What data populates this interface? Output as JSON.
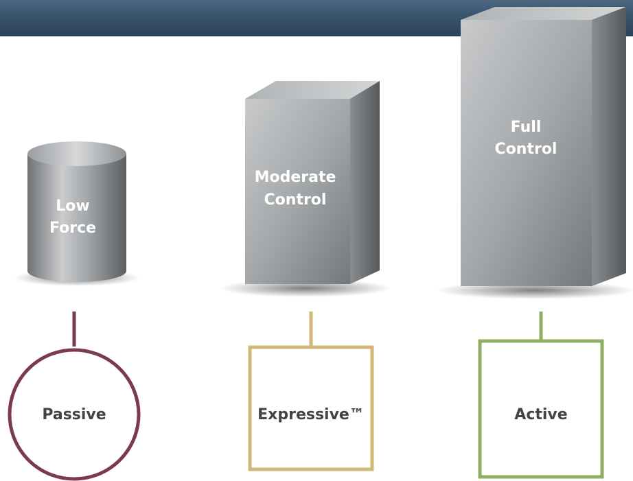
{
  "solids": [
    {
      "label_lines": [
        "Low",
        "Force"
      ]
    },
    {
      "label_lines": [
        "Moderate",
        "Control"
      ]
    },
    {
      "label_lines": [
        "Full",
        "Control"
      ]
    }
  ],
  "types": [
    {
      "label": "Passive",
      "shape": "circle",
      "color": "#7a3a52"
    },
    {
      "label": "Expressive™",
      "shape": "square",
      "color": "#d2b878"
    },
    {
      "label": "Active",
      "shape": "square",
      "color": "#8fb065"
    }
  ]
}
